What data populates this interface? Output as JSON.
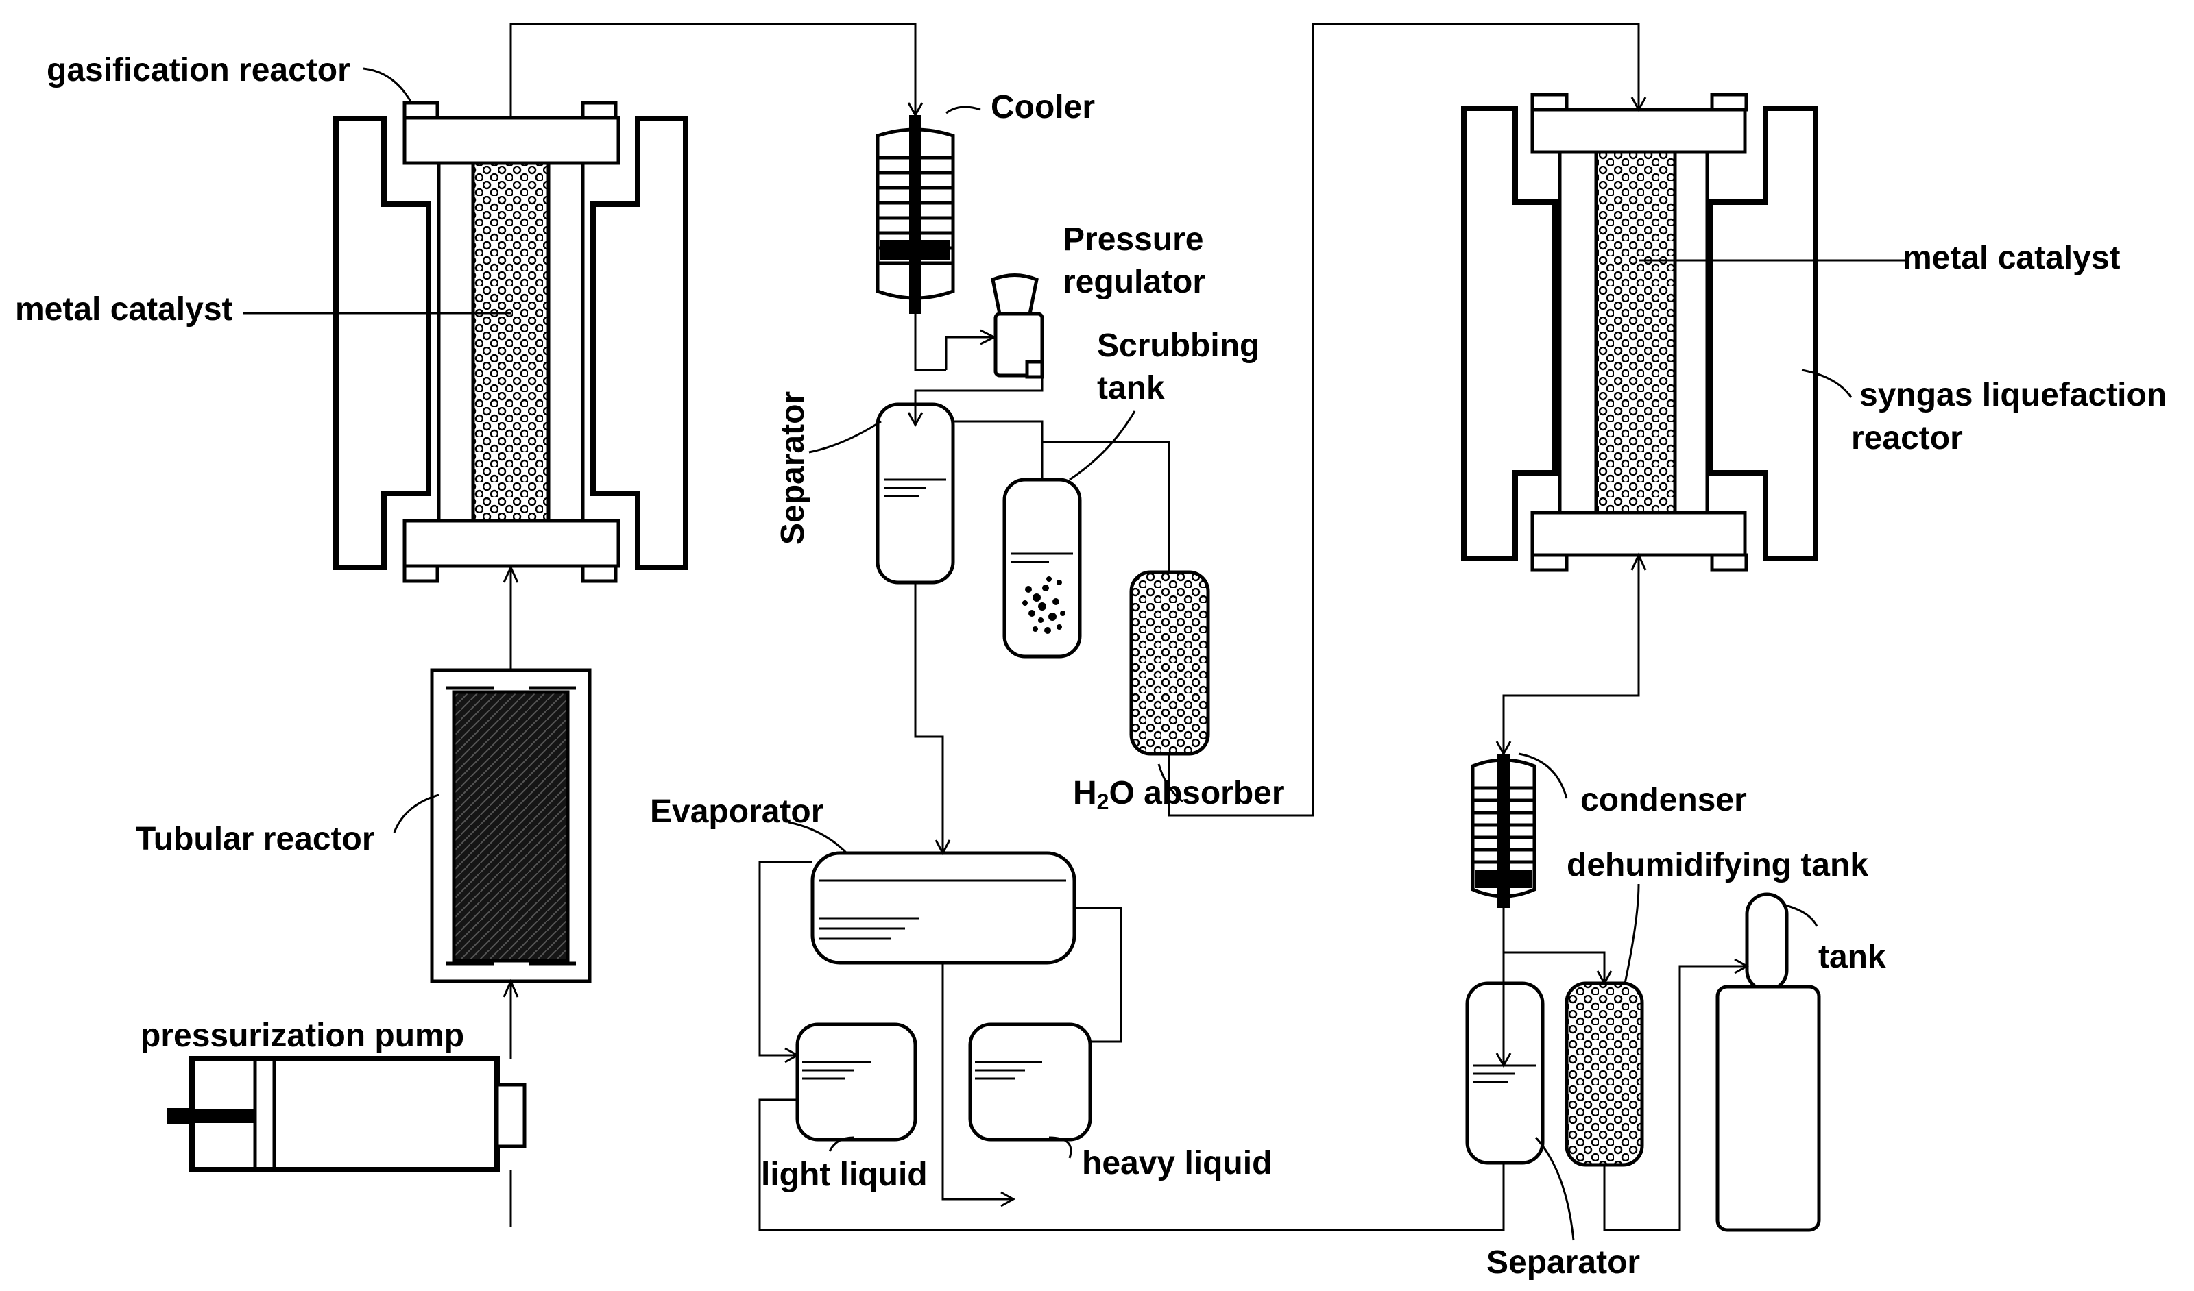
{
  "labels": {
    "gasification_reactor": "gasification reactor",
    "metal_catalyst_left": "metal catalyst",
    "tubular_reactor": "Tubular reactor",
    "pressurization_pump": "pressurization pump",
    "cooler": "Cooler",
    "pressure_regulator_1": "Pressure",
    "pressure_regulator_2": "regulator",
    "scrubbing_tank_1": "Scrubbing",
    "scrubbing_tank_2": "tank",
    "separator_vertical": "Separator",
    "h2o_absorber_h": "H",
    "h2o_absorber_sub": "2",
    "h2o_absorber_rest": "O absorber",
    "evaporator": "Evaporator",
    "light_liquid": "light liquid",
    "heavy_liquid": "heavy liquid",
    "metal_catalyst_right": "metal catalyst",
    "syngas_1": "syngas liquefaction",
    "syngas_2": "reactor",
    "condenser": "condenser",
    "dehumidifying_tank": "dehumidifying tank",
    "tank": "tank",
    "separator_bottom": "Separator"
  }
}
